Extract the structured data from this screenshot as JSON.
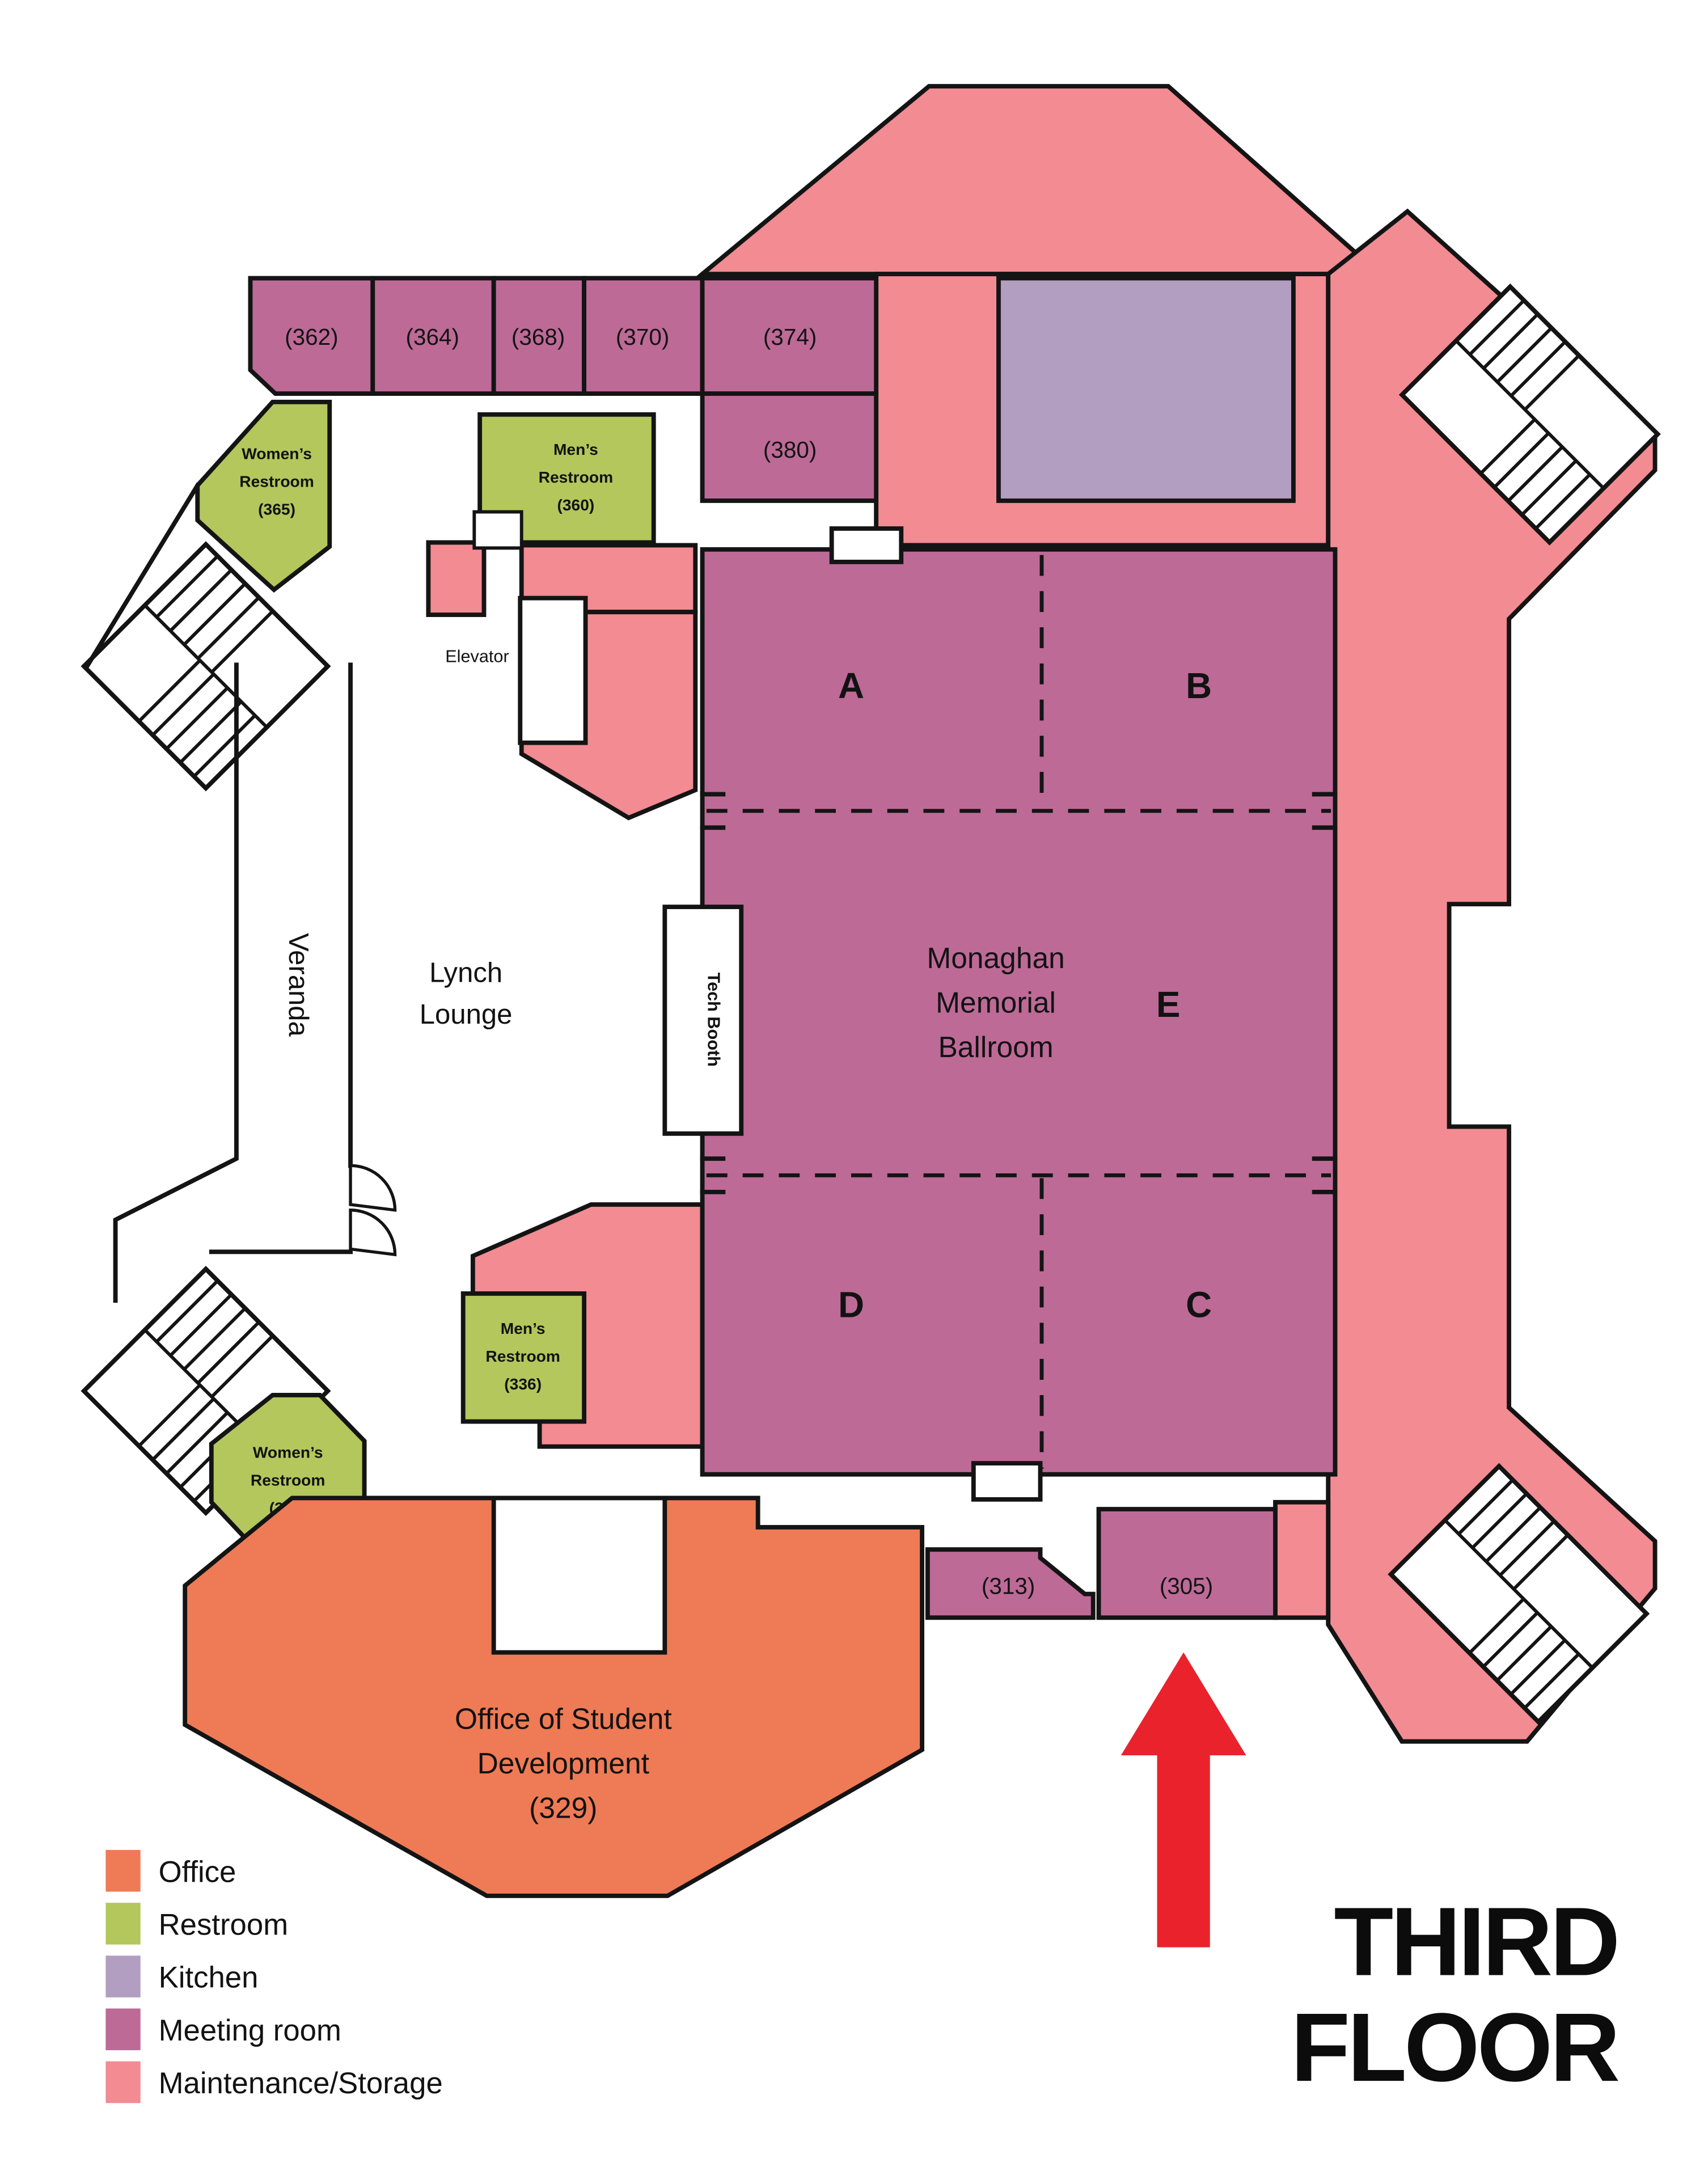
{
  "title": {
    "line1": "THIRD",
    "line2": "FLOOR"
  },
  "legend": {
    "items": [
      {
        "label": "Office",
        "color": "#EE7B55"
      },
      {
        "label": "Restroom",
        "color": "#B3C75C"
      },
      {
        "label": "Kitchen",
        "color": "#B29EC0"
      },
      {
        "label": "Meeting room",
        "color": "#BD6A97"
      },
      {
        "label": "Maintenance/Storage",
        "color": "#F28B92"
      }
    ]
  },
  "colors": {
    "wall": "#141414",
    "arrow": "#E9222C",
    "background": "#FFFFFF"
  },
  "map": {
    "top_rooms": {
      "r362": "(362)",
      "r364": "(364)",
      "r368": "(368)",
      "r370": "(370)",
      "r374": "(374)",
      "r380": "(380)"
    },
    "restrooms": {
      "womens365": {
        "line1": "Women’s",
        "line2": "Restroom",
        "line3": "(365)"
      },
      "mens360": {
        "line1": "Men’s",
        "line2": "Restroom",
        "line3": "(360)"
      },
      "mens336": {
        "line1": "Men’s",
        "line2": "Restroom",
        "line3": "(336)"
      },
      "womens335": {
        "line1": "Women’s",
        "line2": "Restroom",
        "line3": "(335)"
      }
    },
    "areas": {
      "elevator": "Elevator",
      "veranda": "Veranda",
      "lynch": {
        "line1": "Lynch",
        "line2": "Lounge"
      },
      "tech_booth": "Tech Booth"
    },
    "ballroom": {
      "name": {
        "line1": "Monaghan",
        "line2": "Memorial",
        "line3": "Ballroom"
      },
      "sections": {
        "a": "A",
        "b": "B",
        "e": "E",
        "d": "D",
        "c": "C"
      }
    },
    "bottom_rooms": {
      "r313": "(313)",
      "r305": "(305)"
    },
    "office": {
      "line1": "Office of Student",
      "line2": "Development",
      "line3": "(329)"
    }
  }
}
